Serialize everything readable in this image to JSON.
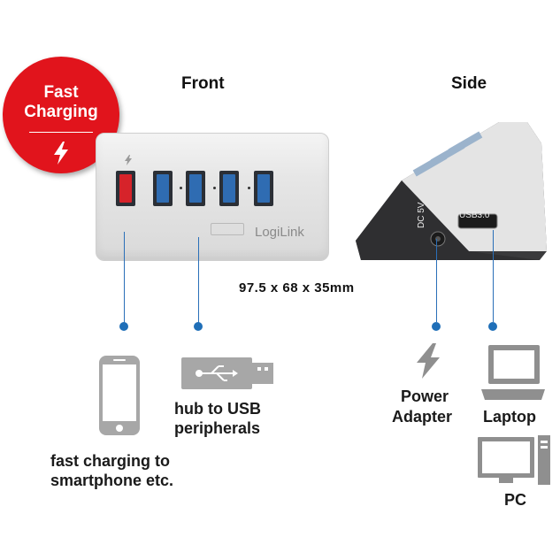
{
  "badge": {
    "line1": "Fast",
    "line2": "Charging"
  },
  "headings": {
    "front": "Front",
    "side": "Side"
  },
  "brand": "LogiLink",
  "dimensions": "97.5 x 68 x 35mm",
  "side_labels": {
    "dc": "DC 5V",
    "usb": "USB3.0"
  },
  "captions": {
    "hub_line1": "hub to USB",
    "hub_line2": "peripherals",
    "fast_line1": "fast charging to",
    "fast_line2": "smartphone etc.",
    "power_line1": "Power",
    "power_line2": "Adapter",
    "laptop": "Laptop",
    "pc": "PC"
  },
  "colors": {
    "badge": "#e1141c",
    "port_blue": "#2f6cb2",
    "port_red": "#d6232a",
    "connector": "#1f6fb8"
  },
  "icons": [
    "lightning-icon",
    "smartphone-icon",
    "usb-stick-icon",
    "laptop-icon",
    "desktop-pc-icon"
  ]
}
